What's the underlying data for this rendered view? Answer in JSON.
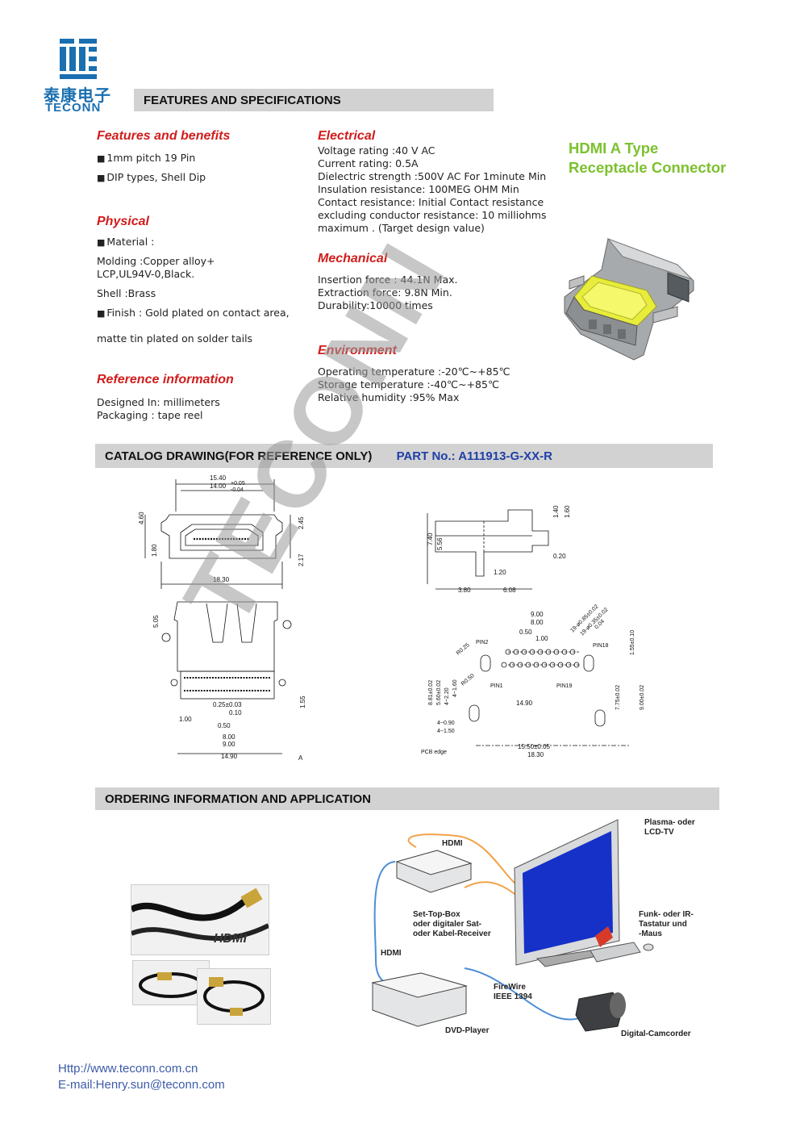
{
  "logo": {
    "cn": "泰康电子",
    "en": "TECONN"
  },
  "sections": {
    "features_specs": "FEATURES AND SPECIFICATIONS",
    "catalog": "CATALOG DRAWING(FOR REFERENCE ONLY)",
    "part_no": "PART No.:  A111913-G-XX-R",
    "ordering": "ORDERING INFORMATION AND APPLICATION"
  },
  "features": {
    "title": "Features and benefits",
    "items": [
      "1mm pitch 19 Pin",
      "DIP types, Shell Dip"
    ]
  },
  "physical": {
    "title": "Physical",
    "material": "Material :",
    "molding": "Molding :Copper alloy+ LCP,UL94V-0,Black.",
    "shell": "Shell :Brass",
    "finish": "Finish : Gold plated on contact area,",
    "finish2": "matte tin  plated on solder tails"
  },
  "reference": {
    "title": "Reference  information",
    "designed": "Designed In: millimeters",
    "packaging": "Packaging : tape reel"
  },
  "electrical": {
    "title": "Electrical",
    "lines": [
      "Voltage rating :40 V  AC",
      "Current rating: 0.5A",
      "Dielectric strength :500V AC For 1minute Min",
      "Insulation resistance: 100MEG OHM Min",
      "Contact resistance: Initial Contact resistance",
      "excluding conductor resistance: 10 milliohms",
      "maximum .  (Target design value)"
    ]
  },
  "mechanical": {
    "title": "Mechanical",
    "lines": [
      "Insertion force : 44.1N Max.",
      "Extraction force: 9.8N Min.",
      "Durability:10000 times"
    ]
  },
  "environment": {
    "title": "Environment",
    "lines": [
      "Operating temperature :-20℃~+85℃",
      "Storage temperature :-40℃~+85℃",
      "Relative humidity :95% Max"
    ]
  },
  "product": {
    "line1": "HDMI A Type",
    "line2": "Receptacle Connector"
  },
  "watermark": "TECONN",
  "drawing": {
    "front": {
      "w1": "15.40",
      "w2": "14.00",
      "tol1": "+0.05",
      "tol2": "-0.04",
      "h1": "4.60",
      "h2": "2.45",
      "h3": "2.17",
      "h4": "1.80",
      "bottom": "18.30"
    },
    "side": {
      "h1": "7.40",
      "h2": "5.56",
      "h3": "1.40",
      "h4": "1.60",
      "t": "0.20",
      "w1": "1.20",
      "w2": "3.80",
      "w3": "6.08"
    },
    "top": {
      "h": "5.05",
      "h2": "1.55",
      "p1": "0.25±0.03",
      "p2": "0.10",
      "w1": "1.00",
      "w2": "0.50",
      "w3": "8.00",
      "w4": "9.00",
      "w5": "14.90",
      "ref": "A"
    },
    "pcb": {
      "d1": "9.00",
      "d2": "8.00",
      "d3": "0.50",
      "d4": "1.00",
      "h1": "19-ø0.85±0.02",
      "h2": "19-ø0.35±0.02",
      "h3": "0.04",
      "pin2": "PIN2",
      "pin18": "PIN18",
      "pin1": "PIN1",
      "pin19": "PIN19",
      "r1": "R0.25",
      "r2": "R0.50",
      "v1": "8.81±0.02",
      "v2": "5.60±0.02",
      "v3": "4~2.20",
      "v4": "4~1.60",
      "v5": "1.55±0.10",
      "v6": "7.75±0.02",
      "v7": "9.00±0.02",
      "w1": "14.90",
      "w2": "4~0.90",
      "w3": "4~1.50",
      "w4": "15.50±0.05",
      "w5": "18.30",
      "edge": "PCB edge"
    }
  },
  "application": {
    "hdmi_logo": "HDMI",
    "hdmi1": "HDMI",
    "hdmi2": "HDMI",
    "tv": "Plasma- oder\nLCD-TV",
    "stb": "Set-Top-Box\noder digitaler Sat-\noder Kabel-Receiver",
    "keyboard": "Funk- oder IR-\nTastatur und\n-Maus",
    "firewire": "FireWire\nIEEE 1394",
    "dvd": "DVD-Player",
    "cam": "Digital-Camcorder"
  },
  "footer": {
    "url": "Http://www.teconn.com.cn",
    "email": "E-mail:Henry.sun@teconn.com"
  },
  "colors": {
    "red": "#d21c1c",
    "green": "#7cc12f",
    "blue": "#1f3fa8",
    "bar": "#d2d2d2",
    "logo": "#1a6fb0"
  }
}
